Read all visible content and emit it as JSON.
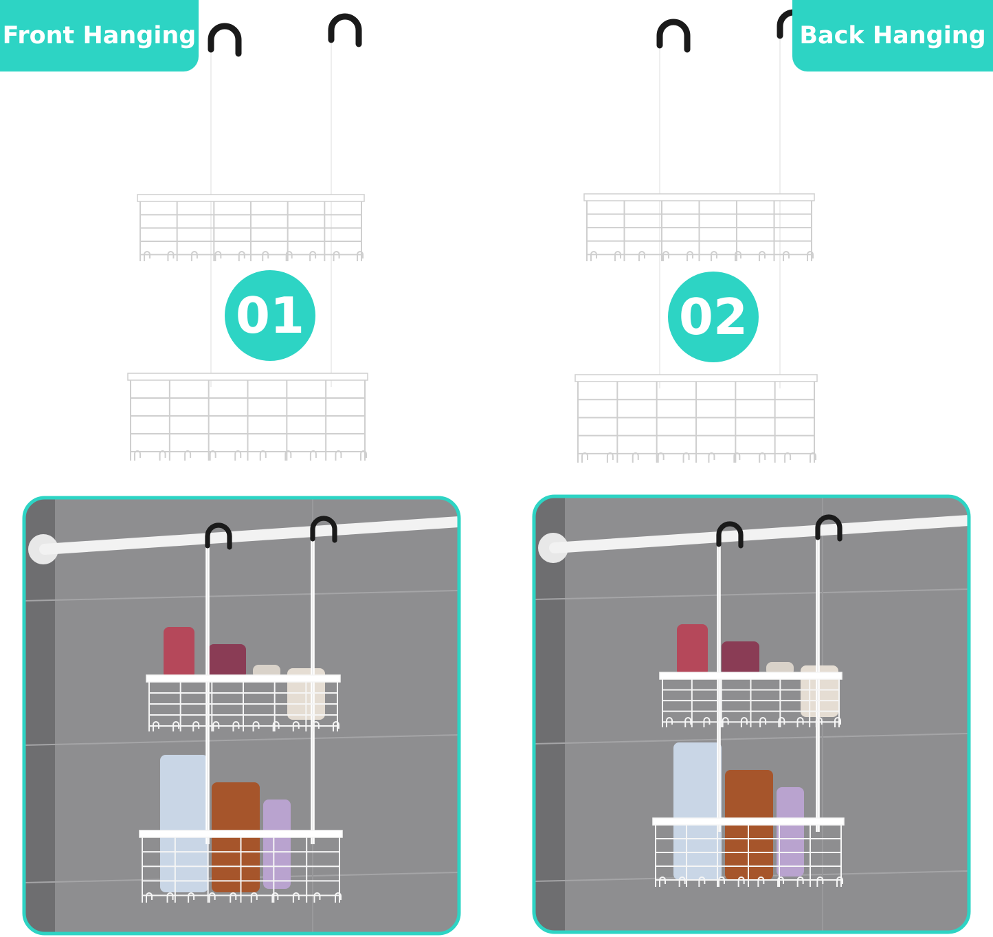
{
  "labels": {
    "front": "Front Hanging",
    "back": "Back Hanging"
  },
  "badges": {
    "first": "01",
    "second": "02"
  },
  "colors": {
    "accent": "#2dd4c4",
    "rack": "#ffffff",
    "hook": "#1a1a1a",
    "wall": "#8e8e90"
  }
}
